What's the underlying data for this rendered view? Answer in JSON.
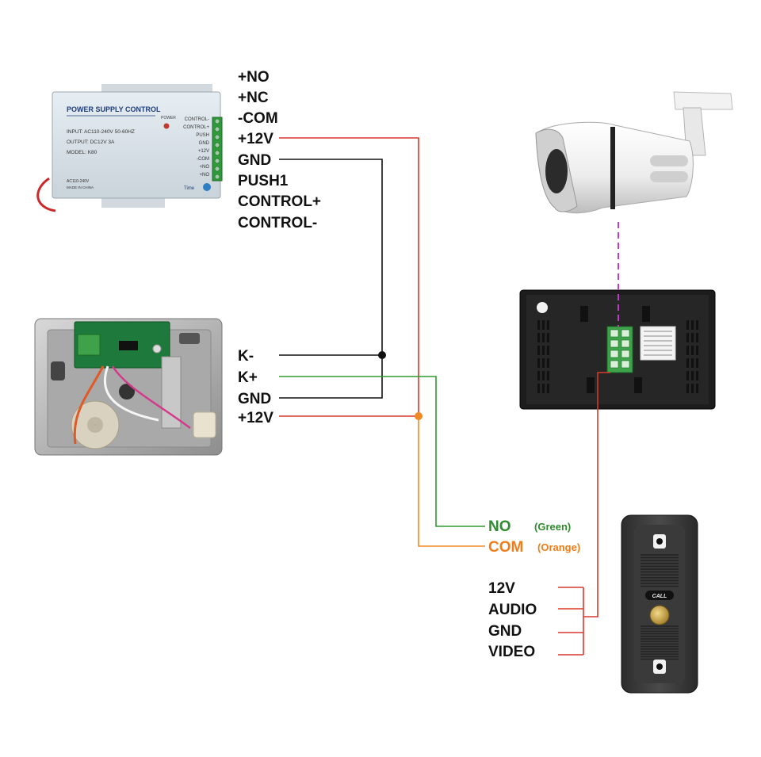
{
  "power_supply": {
    "title": "POWER SUPPLY CONTROL",
    "power_led_label": "POWER",
    "input_line": "INPUT: AC110-240V 50-60HZ",
    "output_line": "OUTPUT: DC12V 3A",
    "model_line": "MODEL: K80",
    "ac_line": "AC110-240V",
    "made_in": "MADE IN CHINA",
    "time_label": "Time",
    "terminal_labels": [
      "CONTROL-",
      "CONTROL+",
      "PUSH",
      "GND",
      "+12V",
      "-COM",
      "+NO",
      "+NO"
    ],
    "pins": [
      "+NO",
      "+NC",
      "-COM",
      "+12V",
      "GND",
      "PUSH1",
      "CONTROL+",
      "CONTROL-"
    ]
  },
  "lock": {
    "pins": [
      "K-",
      "K+",
      "GND",
      "+12V"
    ]
  },
  "doorbell_outputs": {
    "no": {
      "label": "NO",
      "color_label": "(Green)"
    },
    "com": {
      "label": "COM",
      "color_label": "(Orange)"
    },
    "pins": [
      "12V",
      "AUDIO",
      "GND",
      "VIDEO"
    ],
    "call_label": "CALL"
  },
  "colors": {
    "red_wire": "#d9382b",
    "black_wire": "#111111",
    "green_wire": "#2e9a2e",
    "orange_wire": "#f08a24",
    "magenta_link": "#c03cc8",
    "green_text": "#2e8b2e",
    "orange_text": "#ee7d1a"
  }
}
